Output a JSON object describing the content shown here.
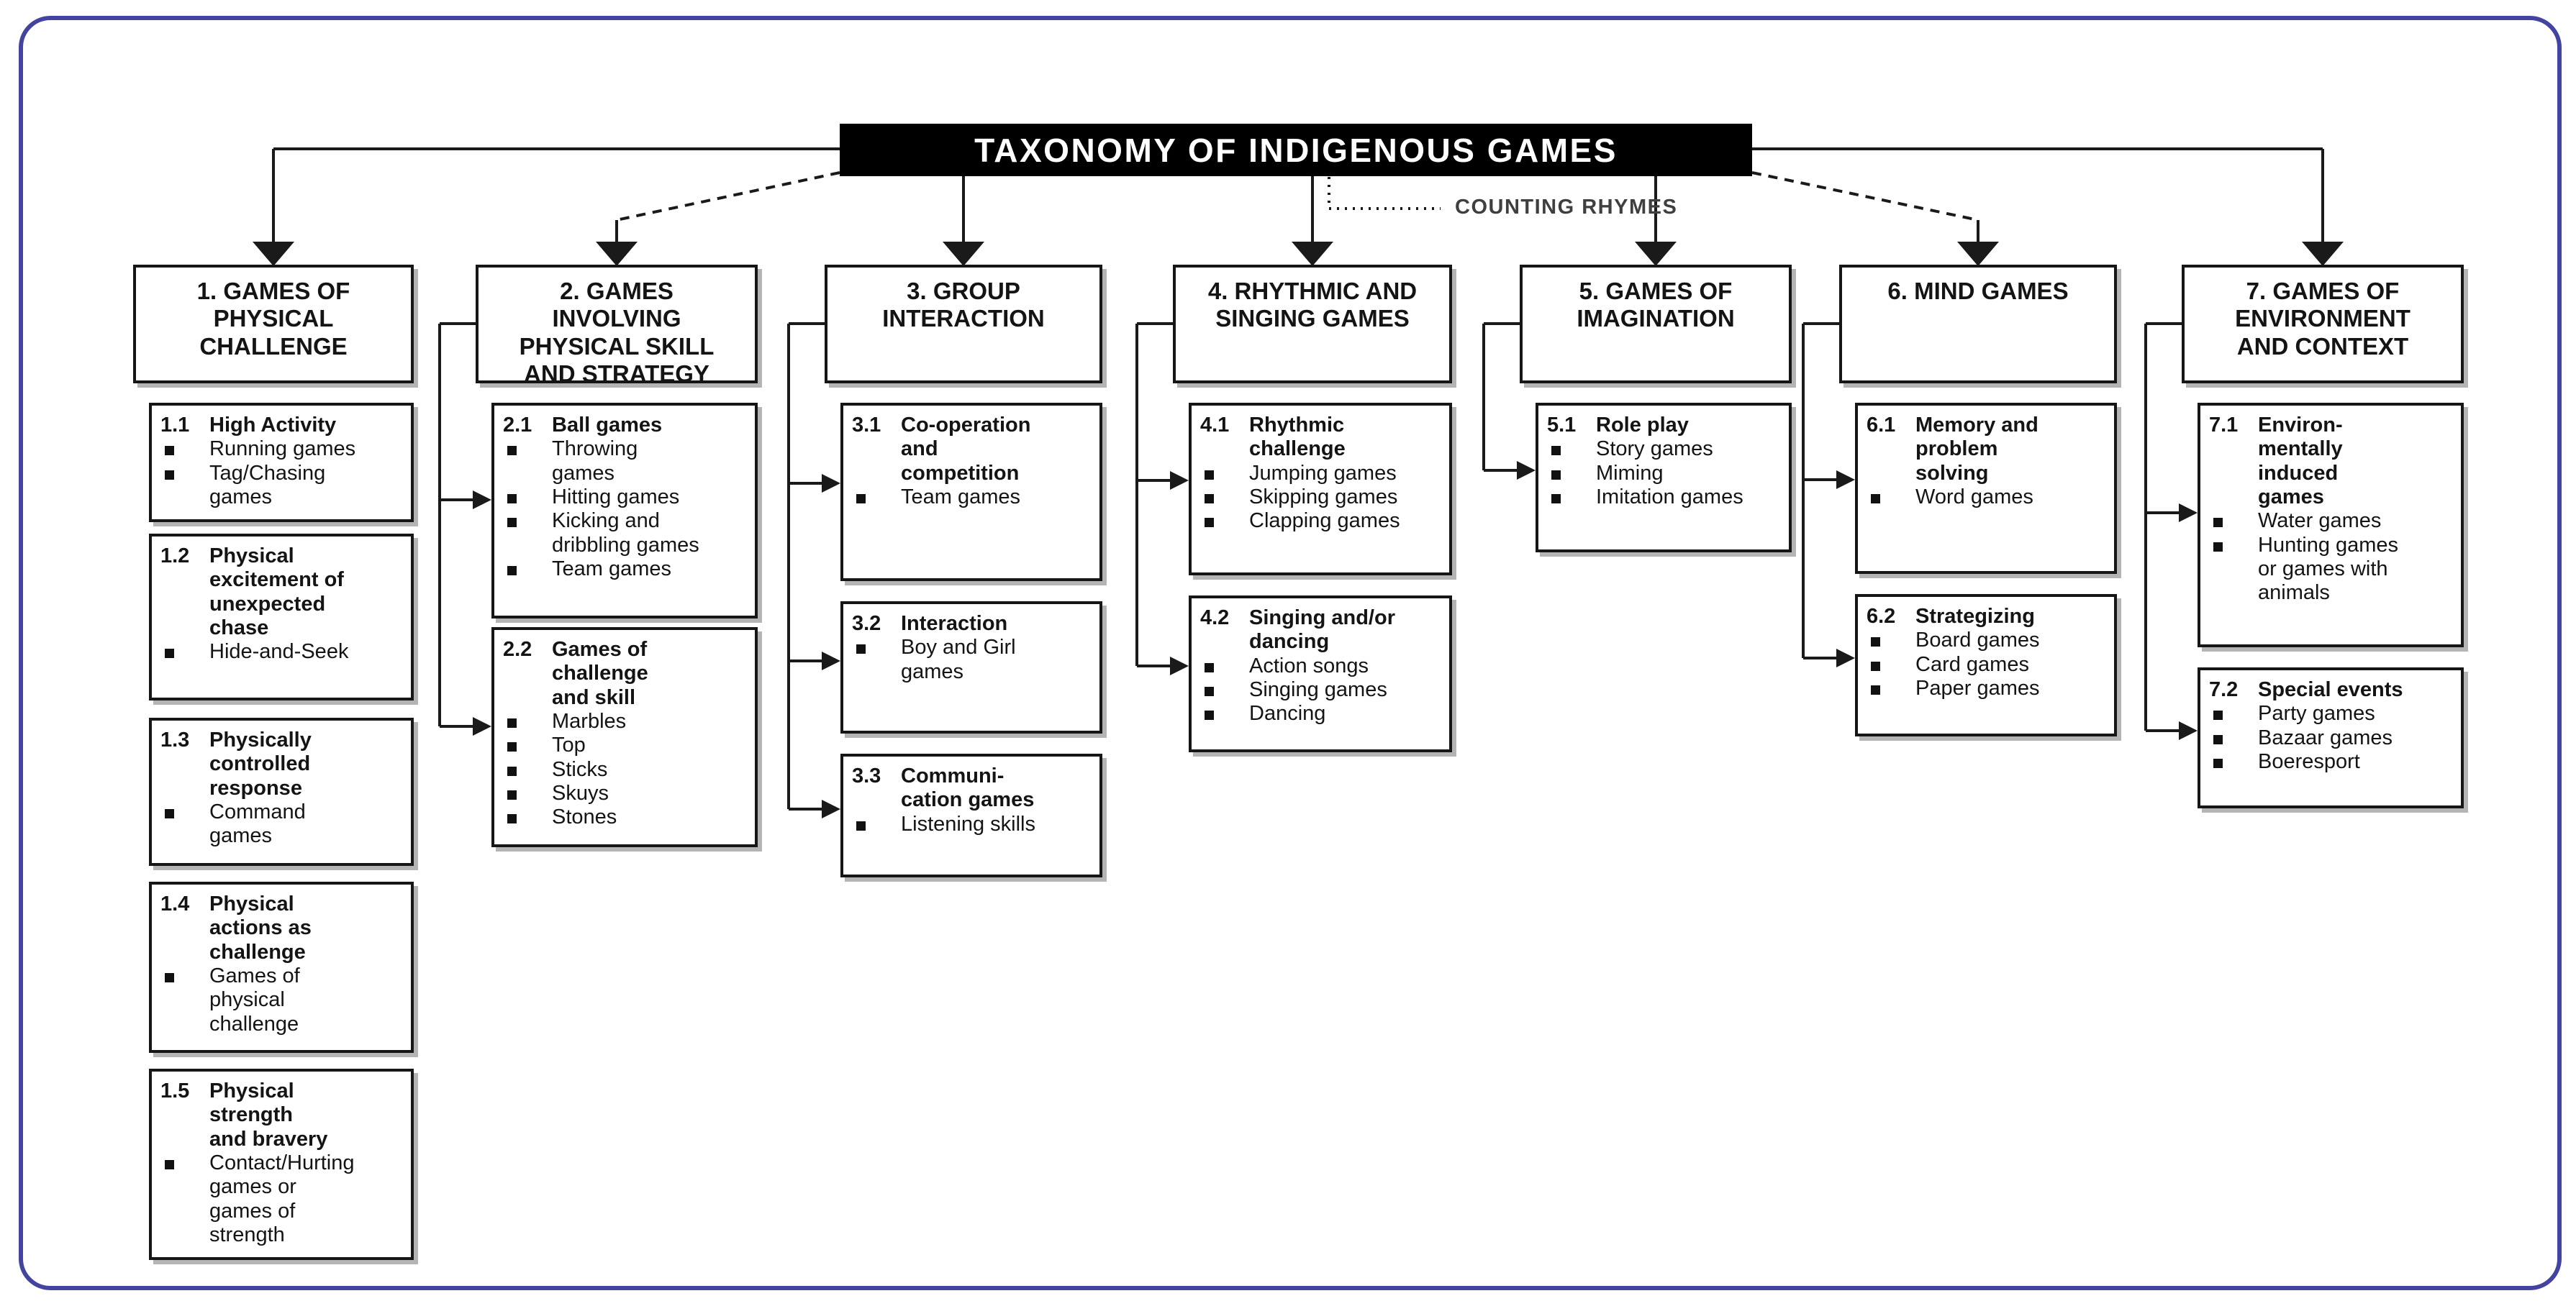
{
  "page": {
    "title": "TAXONOMY OF INDIGENOUS GAMES",
    "annotation": "COUNTING RHYMES"
  },
  "colors": {
    "frame": "#4343a0",
    "line": "#1a1a1a",
    "title_bg": "#000000",
    "title_fg": "#ffffff",
    "box_border": "#161616",
    "shadow": "#b4b4b4"
  },
  "columns": [
    {
      "header": "1. GAMES OF\nPHYSICAL\nCHALLENGE",
      "subs": [
        {
          "num": "1.1",
          "title": "High Activity",
          "items": [
            "Running games",
            "Tag/Chasing\ngames"
          ]
        },
        {
          "num": "1.2",
          "title": "Physical\nexcitement of\nunexpected\nchase",
          "items": [
            "Hide-and-Seek"
          ]
        },
        {
          "num": "1.3",
          "title": "Physically\ncontrolled\nresponse",
          "items": [
            "Command\ngames"
          ]
        },
        {
          "num": "1.4",
          "title": "Physical\nactions as\nchallenge",
          "items": [
            "Games of\nphysical\nchallenge"
          ]
        },
        {
          "num": "1.5",
          "title": "Physical\nstrength\nand bravery",
          "items": [
            "Contact/Hurting\ngames or\ngames of\nstrength"
          ]
        }
      ]
    },
    {
      "header": "2. GAMES\nINVOLVING\nPHYSICAL SKILL\nAND STRATEGY",
      "subs": [
        {
          "num": "2.1",
          "title": "Ball games",
          "items": [
            "Throwing\ngames",
            "Hitting games",
            "Kicking and\ndribbling games",
            "Team games"
          ]
        },
        {
          "num": "2.2",
          "title": "Games of\nchallenge\nand skill",
          "items": [
            "Marbles",
            "Top",
            "Sticks",
            "Skuys",
            "Stones"
          ]
        }
      ]
    },
    {
      "header": "3. GROUP\nINTERACTION",
      "subs": [
        {
          "num": "3.1",
          "title": "Co-operation\nand\ncompetition",
          "items": [
            "Team games"
          ]
        },
        {
          "num": "3.2",
          "title": "Interaction",
          "items": [
            "Boy and Girl\ngames"
          ]
        },
        {
          "num": "3.3",
          "title": "Communi-\ncation games",
          "items": [
            "Listening skills"
          ]
        }
      ]
    },
    {
      "header": "4. RHYTHMIC AND\nSINGING GAMES",
      "subs": [
        {
          "num": "4.1",
          "title": "Rhythmic\nchallenge",
          "items": [
            "Jumping games",
            "Skipping games",
            "Clapping games"
          ]
        },
        {
          "num": "4.2",
          "title": "Singing and/or\ndancing",
          "items": [
            "Action songs",
            "Singing games",
            "Dancing"
          ]
        }
      ]
    },
    {
      "header": "5. GAMES OF\nIMAGINATION",
      "subs": [
        {
          "num": "5.1",
          "title": "Role play",
          "items": [
            "Story games",
            "Miming",
            "Imitation games"
          ]
        }
      ]
    },
    {
      "header": "6. MIND GAMES",
      "subs": [
        {
          "num": "6.1",
          "title": "Memory and\nproblem\nsolving",
          "items": [
            "Word games"
          ]
        },
        {
          "num": "6.2",
          "title": "Strategizing",
          "items": [
            "Board games",
            "Card games",
            "Paper games"
          ]
        }
      ]
    },
    {
      "header": "7. GAMES OF\nENVIRONMENT\nAND CONTEXT",
      "subs": [
        {
          "num": "7.1",
          "title": "Environ-\nmentally\ninduced\ngames",
          "items": [
            "Water games",
            "Hunting games\nor games with\nanimals"
          ]
        },
        {
          "num": "7.2",
          "title": "Special events",
          "items": [
            "Party games",
            "Bazaar games",
            "Boeresport"
          ]
        }
      ]
    }
  ]
}
